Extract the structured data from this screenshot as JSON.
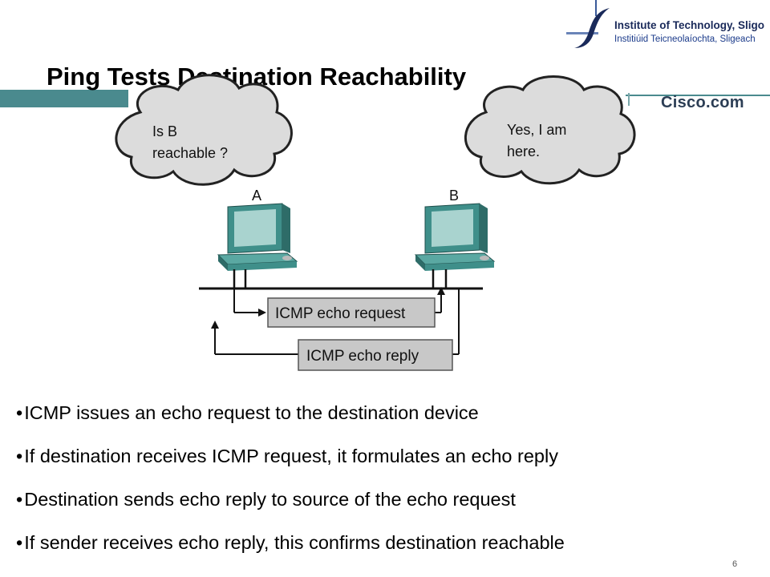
{
  "header": {
    "institute_name": "Institute of Technology, Sligo",
    "institute_name_irish": "Institiúid Teicneolaíochta, Sligeach",
    "cisco": "Cisco.com"
  },
  "slide": {
    "title": "Ping Tests Destination Reachability",
    "page_number": "6"
  },
  "diagram": {
    "cloud_a_lines": [
      "Is B",
      "reachable ?"
    ],
    "cloud_b_lines": [
      "Yes, I am",
      "here."
    ],
    "host_a_label": "A",
    "host_b_label": "B",
    "request_label": "ICMP echo request",
    "reply_label": "ICMP echo reply",
    "colors": {
      "cloud_fill": "#dcdcdc",
      "cloud_stroke": "#222222",
      "monitor_teal": "#3f8f8a",
      "screen": "#a9d3cf",
      "label_box": "#c8c8c8"
    }
  },
  "bullets": [
    "ICMP issues an echo request to the destination device",
    "If destination receives ICMP request, it formulates an echo reply",
    "Destination sends echo reply to source of the echo request",
    "If sender receives echo reply, this confirms destination reachable"
  ]
}
